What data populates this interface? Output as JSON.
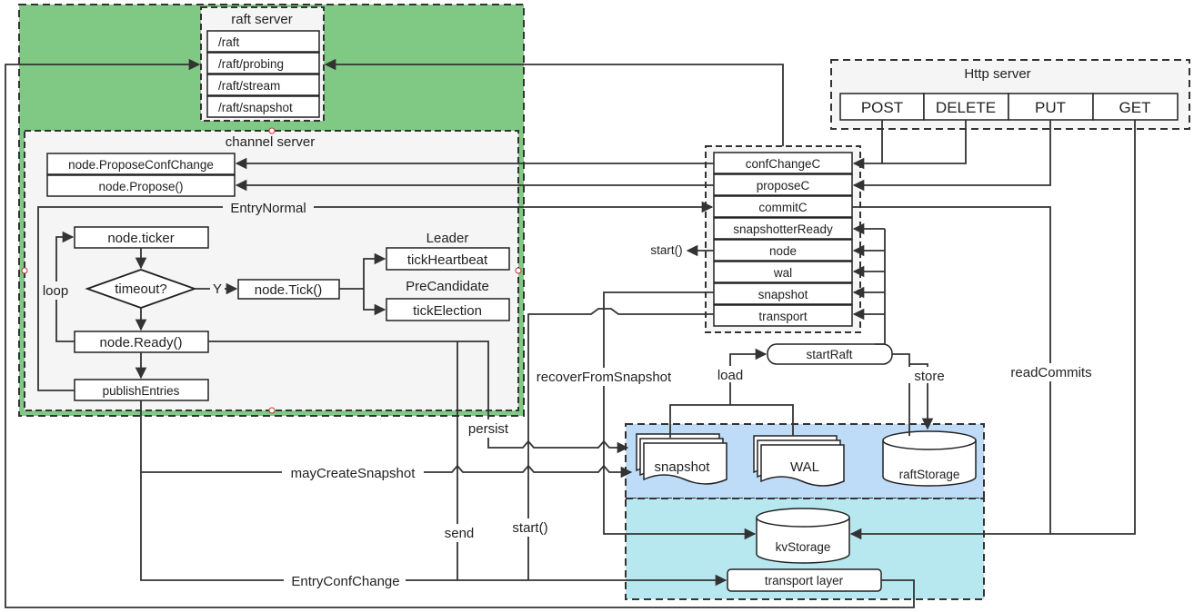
{
  "raft_server": {
    "title": "raft server",
    "endpoints": [
      "/raft",
      "/raft/probing",
      "/raft/stream",
      "/raft/snapshot"
    ]
  },
  "channel_server": {
    "title": "channel server",
    "propose_conf_change": "node.ProposeConfChange",
    "propose": "node.Propose()",
    "ticker": "node.ticker",
    "timeout": "timeout?",
    "yes": "Y",
    "tick": "node.Tick()",
    "leader": "Leader",
    "tick_heartbeat": "tickHeartbeat",
    "precandidate": "PreCandidate",
    "tick_election": "tickElection",
    "ready": "node.Ready()",
    "publish": "publishEntries",
    "loop": "loop"
  },
  "http_server": {
    "title": "Http server",
    "methods": [
      "POST",
      "DELETE",
      "PUT",
      "GET"
    ]
  },
  "raft_node": {
    "fields": [
      "confChangeC",
      "proposeC",
      "commitC",
      "snapshotterReady",
      "node",
      "wal",
      "snapshot",
      "transport"
    ]
  },
  "start_raft": "startRaft",
  "storage": {
    "snapshot": "snapshot",
    "wal": "WAL",
    "raft_storage": "raftStorage",
    "kv_storage": "kvStorage",
    "transport_layer": "transport layer"
  },
  "edges": {
    "entry_normal": "EntryNormal",
    "start_node": "start()",
    "load": "load",
    "store": "store",
    "recover": "recoverFromSnapshot",
    "read_commits": "readCommits",
    "persist": "persist",
    "may_create_snapshot": "mayCreateSnapshot",
    "send": "send",
    "start_transport": "start()",
    "entry_conf_change": "EntryConfChange"
  }
}
